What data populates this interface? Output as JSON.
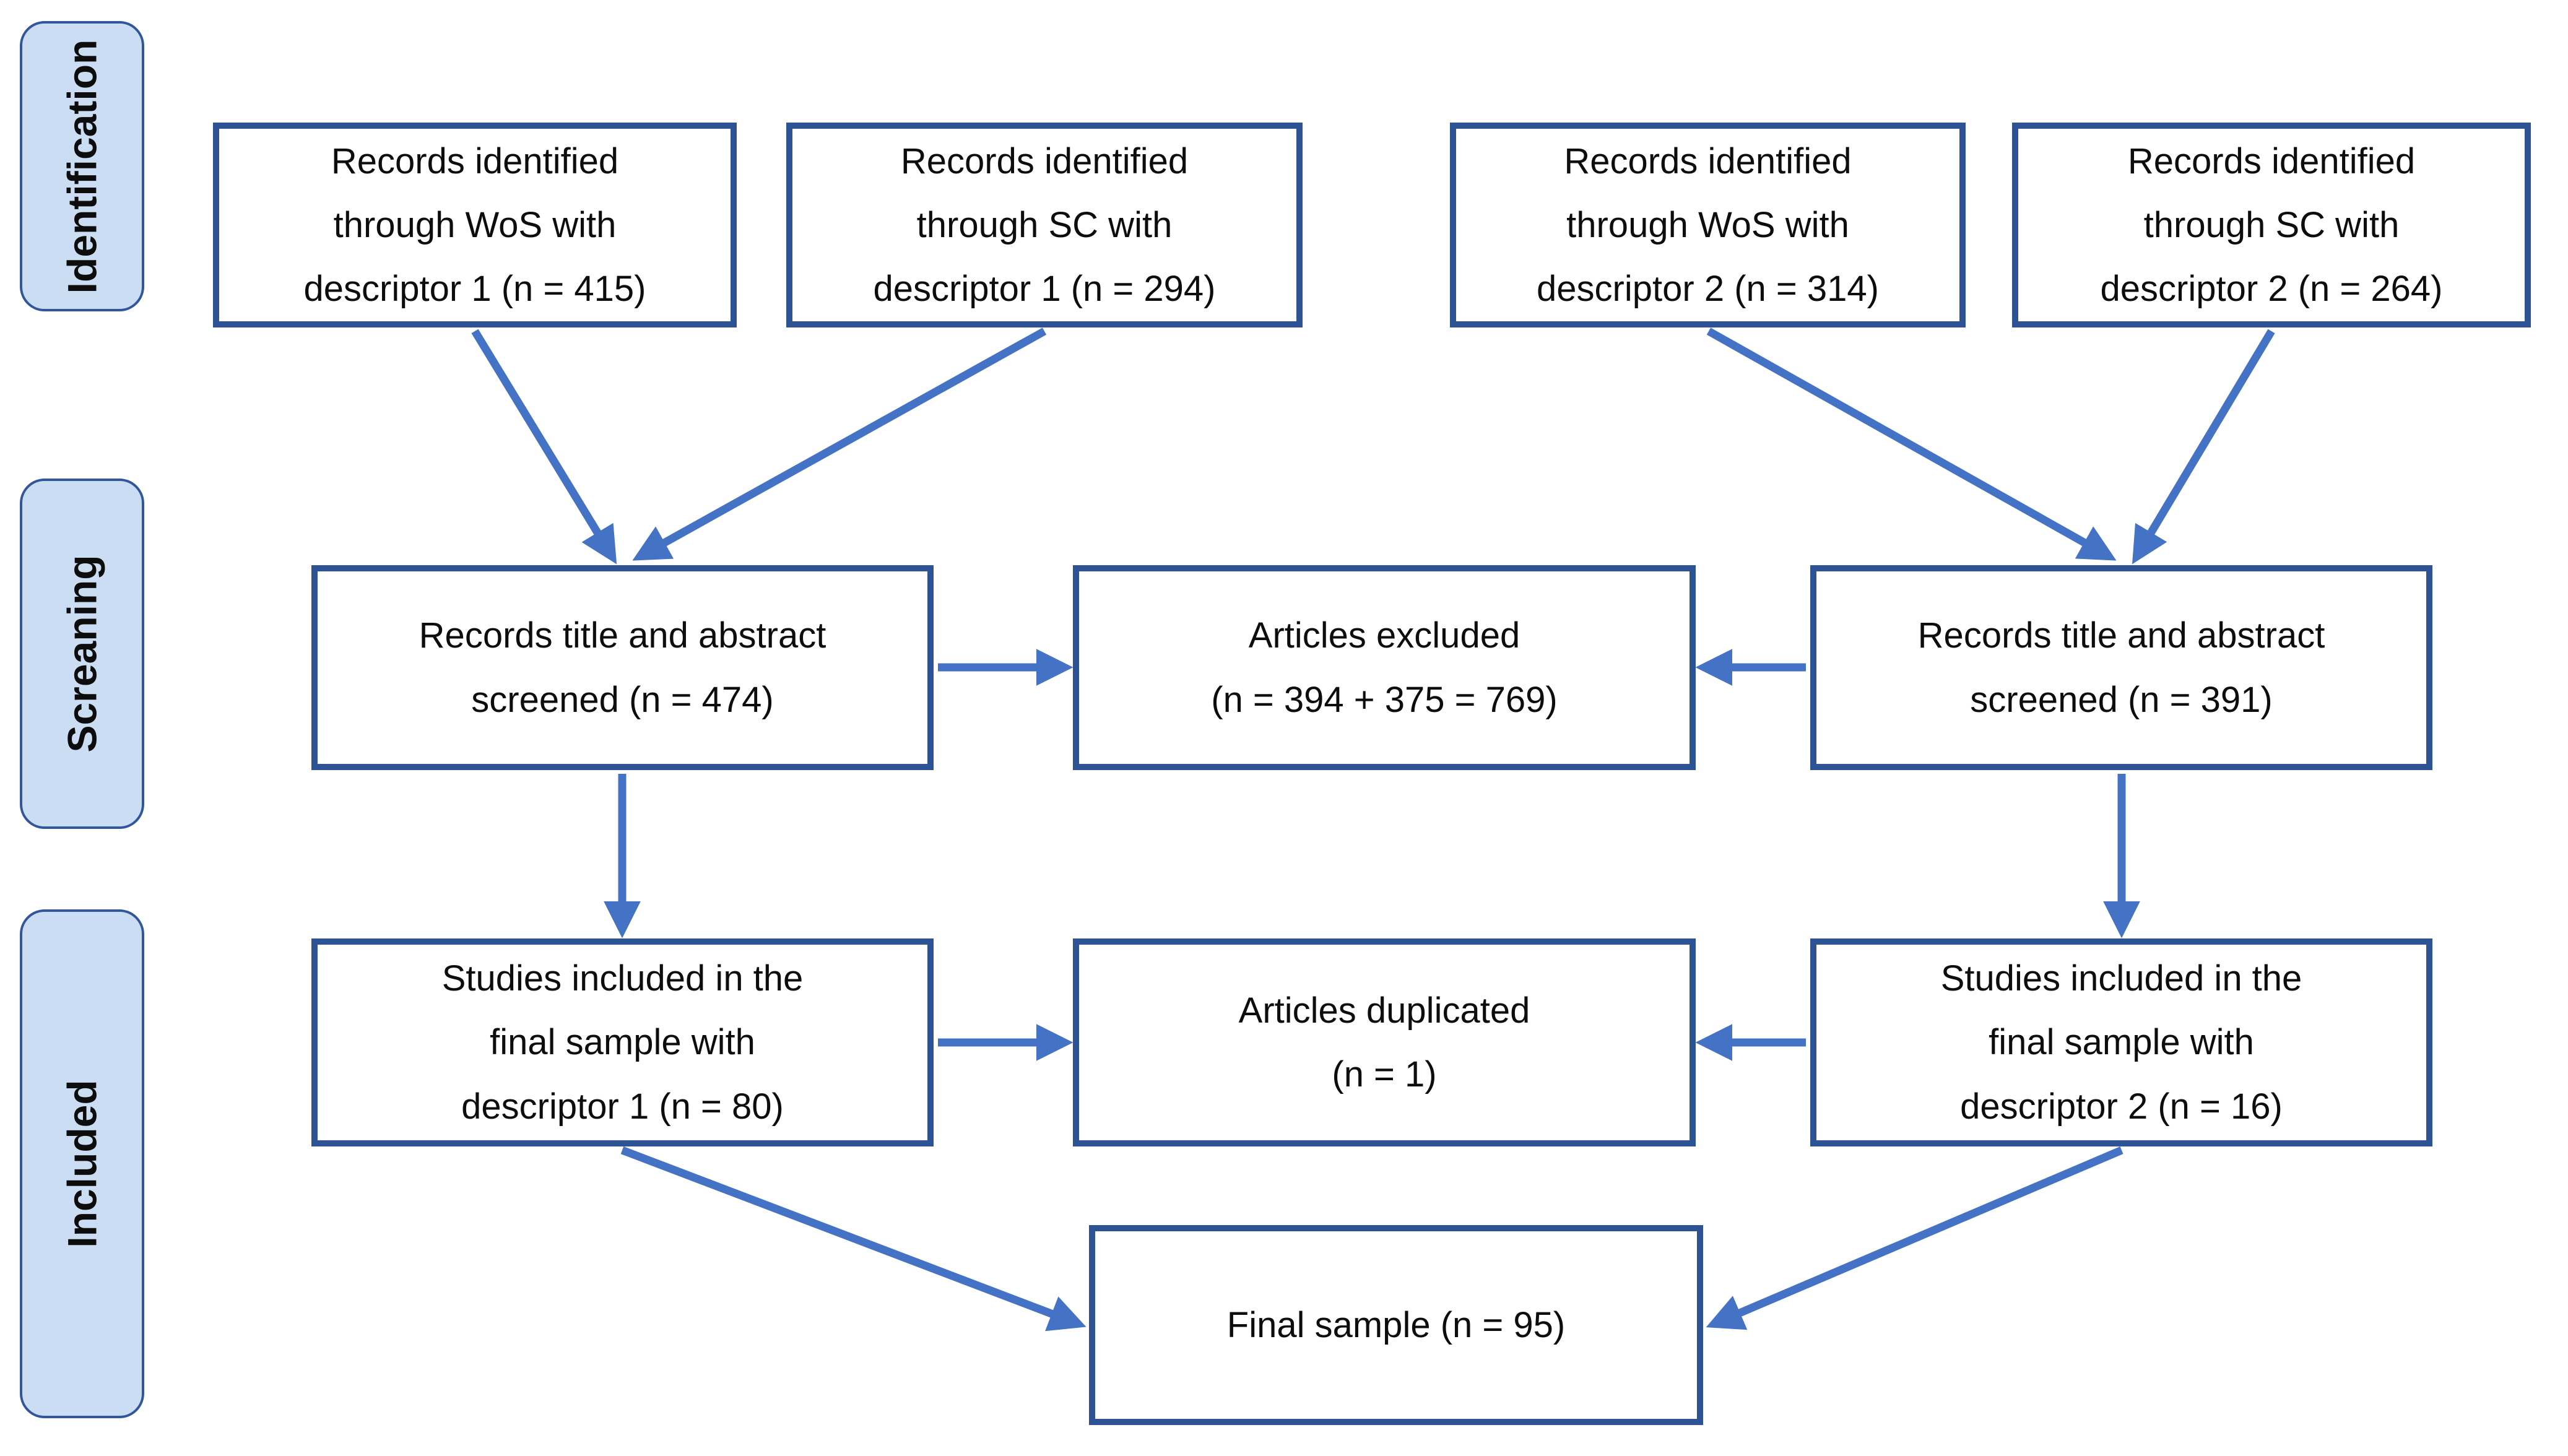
{
  "palette": {
    "box_border": "#2E5395",
    "arrow": "#4472C4",
    "stage_fill": "#CBDDF3",
    "stage_border": "#31569B"
  },
  "stages": {
    "identification": {
      "label": "Identification"
    },
    "screening": {
      "label": "Screaning"
    },
    "included": {
      "label": "Included"
    }
  },
  "boxes": {
    "wos_d1": {
      "text": "Records identified\nthrough WoS with\ndescriptor 1 (n = 415)"
    },
    "sc_d1": {
      "text": "Records identified\nthrough SC with\ndescriptor 1 (n = 294)"
    },
    "wos_d2": {
      "text": "Records identified\nthrough WoS with\ndescriptor 2 (n = 314)"
    },
    "sc_d2": {
      "text": "Records identified\nthrough SC with\ndescriptor 2 (n = 264)"
    },
    "screened_d1": {
      "text": "Records title and abstract\nscreened (n = 474)"
    },
    "excluded": {
      "text": "Articles excluded\n(n = 394 + 375 = 769)"
    },
    "screened_d2": {
      "text": "Records title and abstract\nscreened (n = 391)"
    },
    "included_d1": {
      "text": "Studies included in the\nfinal sample with\ndescriptor 1 (n = 80)"
    },
    "duplicated": {
      "text": "Articles duplicated\n(n = 1)"
    },
    "included_d2": {
      "text": "Studies included in the\nfinal sample with\ndescriptor 2 (n = 16)"
    },
    "final_sample": {
      "text": "Final sample (n = 95)"
    }
  }
}
